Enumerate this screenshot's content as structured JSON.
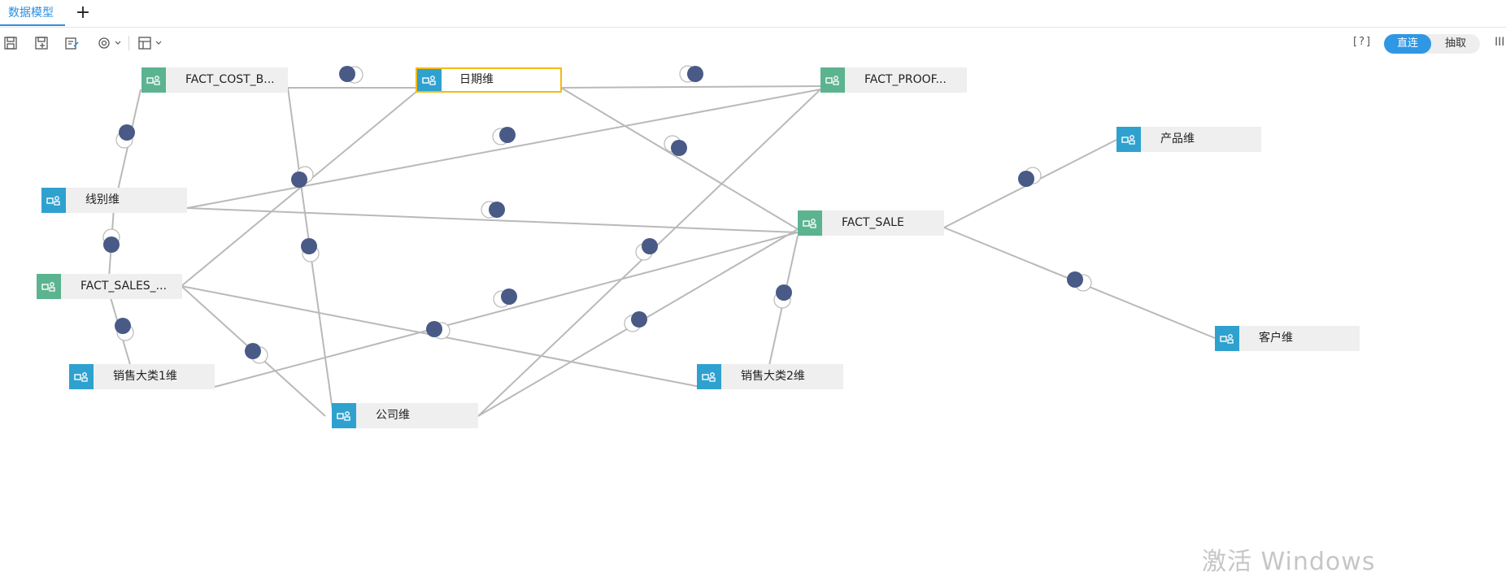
{
  "tabs": {
    "active_label": "数据模型",
    "add_label": "+"
  },
  "toolbar": {
    "icons": [
      "save-icon",
      "save-as-icon",
      "edit-icon",
      "settings-dropdown-icon",
      "add-table-dropdown-icon"
    ],
    "help_label": "[?]",
    "mode_direct_label": "直连",
    "mode_extract_label": "抽取",
    "more_label": "III",
    "accent_color": "#2f97e4"
  },
  "model": {
    "nodes": {
      "fact_cost": "FACT_COST_B...",
      "date_dim": "日期维",
      "fact_proof": "FACT_PROOF...",
      "product_dim": "产品维",
      "line_dim": "线别维",
      "fact_sale": "FACT_SALE",
      "fact_sales": "FACT_SALES_...",
      "customer_dim": "客户维",
      "sales_cat1_dim": "销售大类1维",
      "sales_cat2_dim": "销售大类2维",
      "company_dim": "公司维"
    },
    "colors": {
      "dimension": "#2fa1cf",
      "fact": "#5bb38f",
      "selected_border": "#f5b912",
      "join_dot": "#4a5a86",
      "line": "#b9b9b9"
    }
  },
  "watermark": "激活 Windows"
}
